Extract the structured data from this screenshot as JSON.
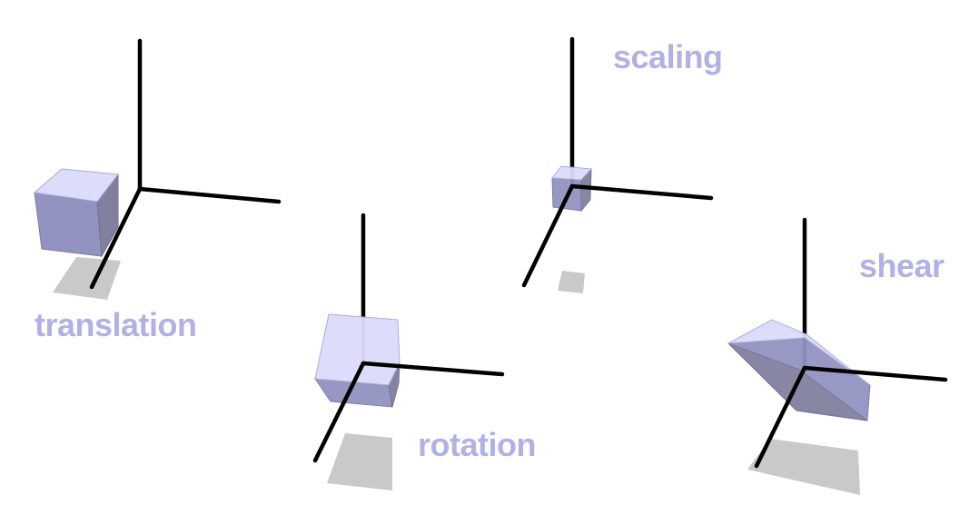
{
  "labels": {
    "translation": "translation",
    "rotation": "rotation",
    "scaling": "scaling",
    "shear": "shear"
  },
  "colors": {
    "label": "#b1b1e6",
    "cube_front": "#9393c1",
    "cube_side": "#81819f",
    "cube_top": "#dcdcfb",
    "shadow": "#c9c9c9",
    "axis": "#000000"
  }
}
